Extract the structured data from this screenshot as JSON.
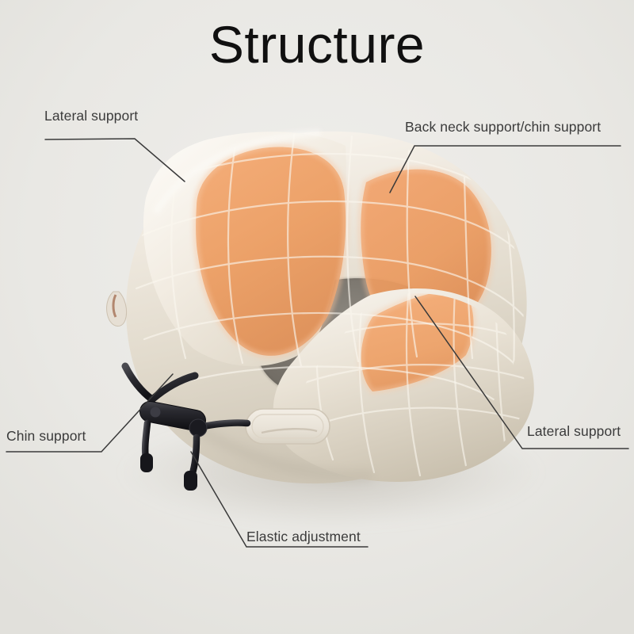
{
  "page": {
    "title": "Structure",
    "background_color": "#e9e8e4",
    "title_color": "#101010"
  },
  "product": {
    "name": "U-shaped travel neck pillow",
    "body_color": "#e8e3da",
    "body_shadow_color": "#cfc8bb",
    "highlight_color": "#ef9e63",
    "cavity_color": "#7a766f",
    "strap_color": "#15151a",
    "grid_line_color": "#f6f3ec",
    "tag_color": "#ece7de"
  },
  "callouts": [
    {
      "id": "lateral-support-left",
      "label": "Lateral support",
      "position": "top-left",
      "leader_color": "#3a3a3a"
    },
    {
      "id": "back-neck-support",
      "label": "Back neck support/chin support",
      "position": "top-right",
      "leader_color": "#3a3a3a"
    },
    {
      "id": "chin-support",
      "label": "Chin support",
      "position": "bottom-left",
      "leader_color": "#3a3a3a"
    },
    {
      "id": "lateral-support-right",
      "label": "Lateral support",
      "position": "bottom-right",
      "leader_color": "#3a3a3a"
    },
    {
      "id": "elastic-adjustment",
      "label": "Elastic adjustment",
      "position": "bottom-center",
      "leader_color": "#3a3a3a"
    }
  ],
  "parts": {
    "left_wing": "lateral support pad",
    "back_panel": "back neck support panel",
    "right_arm": "lateral support pad",
    "cord_lock": "elastic cord toggle",
    "brand_tag": "oval brand tag"
  }
}
